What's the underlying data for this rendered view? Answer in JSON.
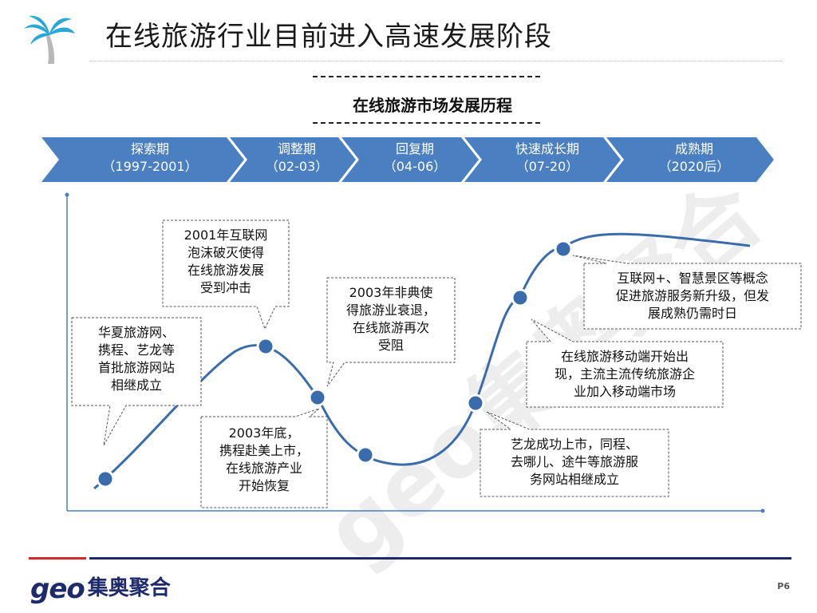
{
  "title": "在线旅游行业目前进入高速发展阶段",
  "subtitle": "在线旅游市场发展历程",
  "phases": [
    {
      "name": "探索期",
      "period": "（1997-2001）"
    },
    {
      "name": "调整期",
      "period": "（02-03）"
    },
    {
      "name": "回复期",
      "period": "（04-06）"
    },
    {
      "name": "快速成长期",
      "period": "（07-20）"
    },
    {
      "name": "成熟期",
      "period": "（2020后）"
    }
  ],
  "callouts": [
    {
      "lines": [
        "华夏旅游网、",
        "携程、艺龙等",
        "首批旅游网站",
        "相继成立"
      ]
    },
    {
      "lines": [
        "2001年互联网",
        "泡沫破灭使得",
        "在线旅游发展",
        "受到冲击"
      ]
    },
    {
      "lines": [
        "2003年非典使",
        "得旅游业衰退，",
        "在线旅游再次",
        "受阻"
      ]
    },
    {
      "lines": [
        "2003年底，",
        "携程赴美上市，",
        "在线旅游产业",
        "开始恢复"
      ]
    },
    {
      "lines": [
        "艺龙成功上市，同程、",
        "去哪儿、途牛等旅游服",
        "务网站相继成立"
      ]
    },
    {
      "lines": [
        "在线旅游移动端开始出",
        "现，主流主流传统旅游企",
        "业加入移动端市场"
      ]
    },
    {
      "lines": [
        "互联网+、智慧景区等概念",
        "促进旅游服务新升级，但发",
        "展成熟仍需时日"
      ]
    }
  ],
  "watermark": "geo集奥聚合",
  "footer": {
    "brand_geo": "geo",
    "brand_cn": "集奥聚合",
    "page": "P6"
  },
  "colors": {
    "arrow": "#4a7fc1",
    "curve": "#3a6cac",
    "node": "#3a6cac",
    "title_navy": "#1d2a6b",
    "accent_red": "#d8272d"
  }
}
